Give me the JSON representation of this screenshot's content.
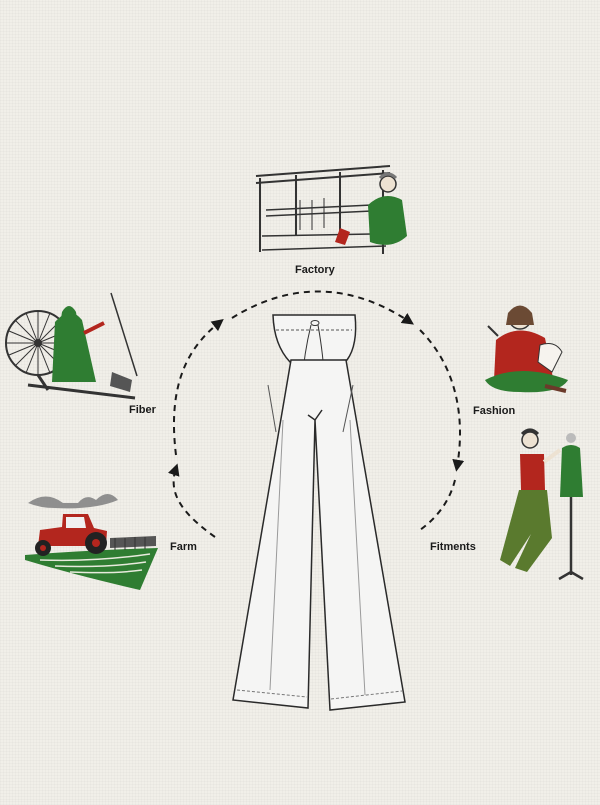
{
  "diagram": {
    "stages": [
      {
        "id": "factory",
        "label": "Factory",
        "icon": "handloom-weaver-icon"
      },
      {
        "id": "fashion",
        "label": "Fashion",
        "icon": "fashion-designer-icon"
      },
      {
        "id": "fitments",
        "label": "Fitments",
        "icon": "tailor-mannequin-icon"
      },
      {
        "id": "farm",
        "label": "Farm",
        "icon": "tractor-field-icon"
      },
      {
        "id": "fiber",
        "label": "Fiber",
        "icon": "spinning-wheel-icon"
      }
    ],
    "center_icon": "wide-leg-trousers-icon",
    "colors": {
      "background": "#f1efe9",
      "accent_green": "#2f7d32",
      "accent_red": "#b3261e",
      "ink": "#1a1a1a"
    }
  }
}
